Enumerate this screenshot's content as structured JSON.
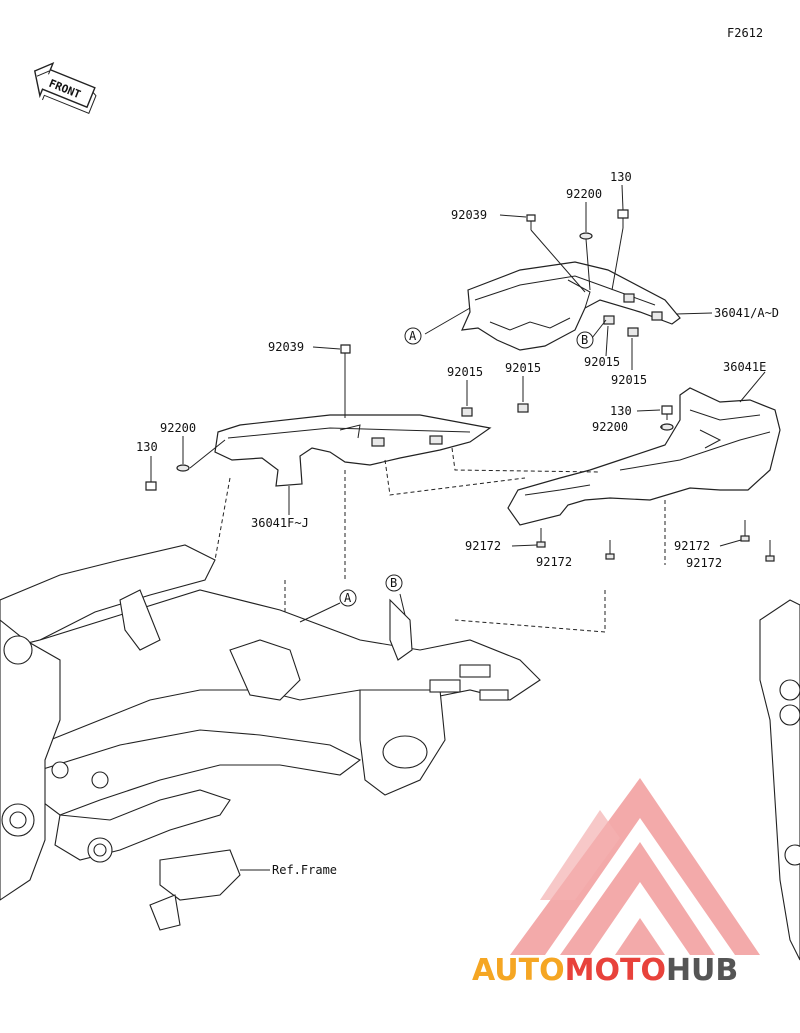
{
  "diagram_code": "F2612",
  "front_label": "FRONT",
  "labels": {
    "p130_top": "130",
    "p92200_top": "92200",
    "p92039_top": "92039",
    "p36041_AD": "36041/A~D",
    "p92015_a": "92015",
    "p92015_b": "92015",
    "p92039_mid": "92039",
    "p92015_c": "92015",
    "p92015_d": "92015",
    "p36041E": "36041E",
    "p130_right": "130",
    "p92200_right": "92200",
    "p92200_left": "92200",
    "p130_left": "130",
    "p36041FJ": "36041F~J",
    "p92172_a": "92172",
    "p92172_b": "92172",
    "p92172_c": "92172",
    "p92172_d": "92172",
    "ref_frame": "Ref.Frame"
  },
  "callouts": {
    "A": "A",
    "B": "B"
  },
  "watermark": {
    "part1": "AUTO",
    "part2": "MOTO",
    "part3": "HUB",
    "color1": "#f5a623",
    "color2": "#e8423b",
    "color3": "#555555"
  }
}
